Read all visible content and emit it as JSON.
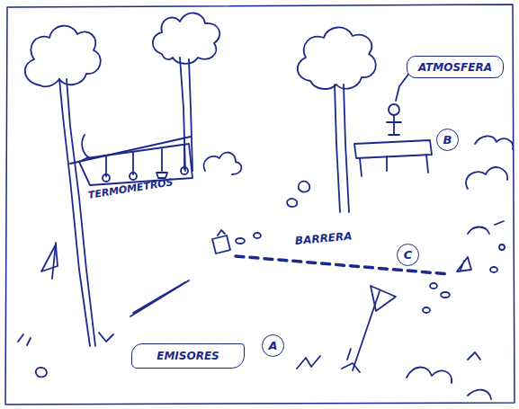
{
  "diagram": {
    "nodes": [
      {
        "text": [
          "ATMOSFERA"
        ]
      },
      {
        "text": [
          "B"
        ]
      },
      {
        "text": [
          "C"
        ]
      },
      {
        "text": [
          "EMISORES"
        ]
      },
      {
        "text": [
          "A"
        ]
      }
    ],
    "labels": [
      "TERMOMETROS",
      "BARRERA"
    ]
  }
}
